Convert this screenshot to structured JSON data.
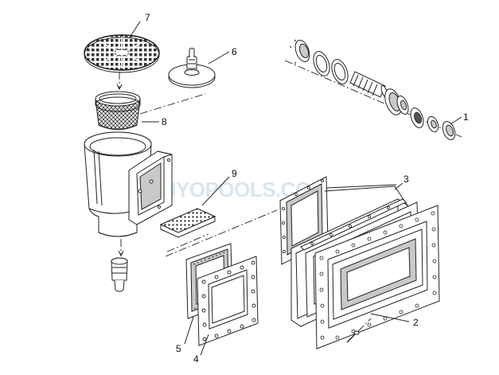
{
  "callouts": [
    {
      "label": "1"
    },
    {
      "label": "2"
    },
    {
      "label": "3"
    },
    {
      "label": "4"
    },
    {
      "label": "5"
    },
    {
      "label": "6"
    },
    {
      "label": "7"
    },
    {
      "label": "8"
    },
    {
      "label": "9"
    }
  ],
  "watermark": {
    "text": "INYOPOOLS.COM"
  }
}
